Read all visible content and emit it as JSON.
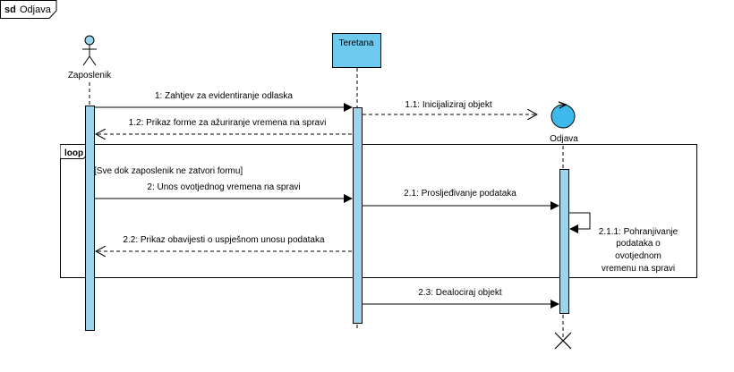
{
  "diagram": {
    "frame_label_prefix": "sd",
    "frame_label_name": "Odjava",
    "actor_label": "Zaposlenik",
    "boundary_label": "Teretana",
    "control_label": "Odjava",
    "loop_label": "loop",
    "loop_guard": "[Sve dok zaposlenik ne zatvori formu]",
    "messages": {
      "m1": "1: Zahtjev za evidentiranje odlaska",
      "m1_1": "1.1: Inicijaliziraj objekt",
      "m1_2": "1.2: Prikaz forme za ažuriranje vremena na spravi",
      "m2": "2: Unos ovotjednog vremena na spravi",
      "m2_1": "2.1: Prosljeđivanje podataka",
      "m2_1_1_line1": "2.1.1: Pohranjivanje",
      "m2_1_1_line2": "podataka o",
      "m2_1_1_line3": "ovotjednom",
      "m2_1_1_line4": "vremenu na spravi",
      "m2_2": "2.2: Prikaz obavijesti o uspješnom unosu podataka",
      "m2_3": "2.3: Dealociraj objekt"
    },
    "colors": {
      "activation": "#9ed3ec",
      "boundary_fill": "#6ec9ee",
      "control_fill": "#3fb8ec",
      "actor_head": "#9ed3ec"
    }
  }
}
